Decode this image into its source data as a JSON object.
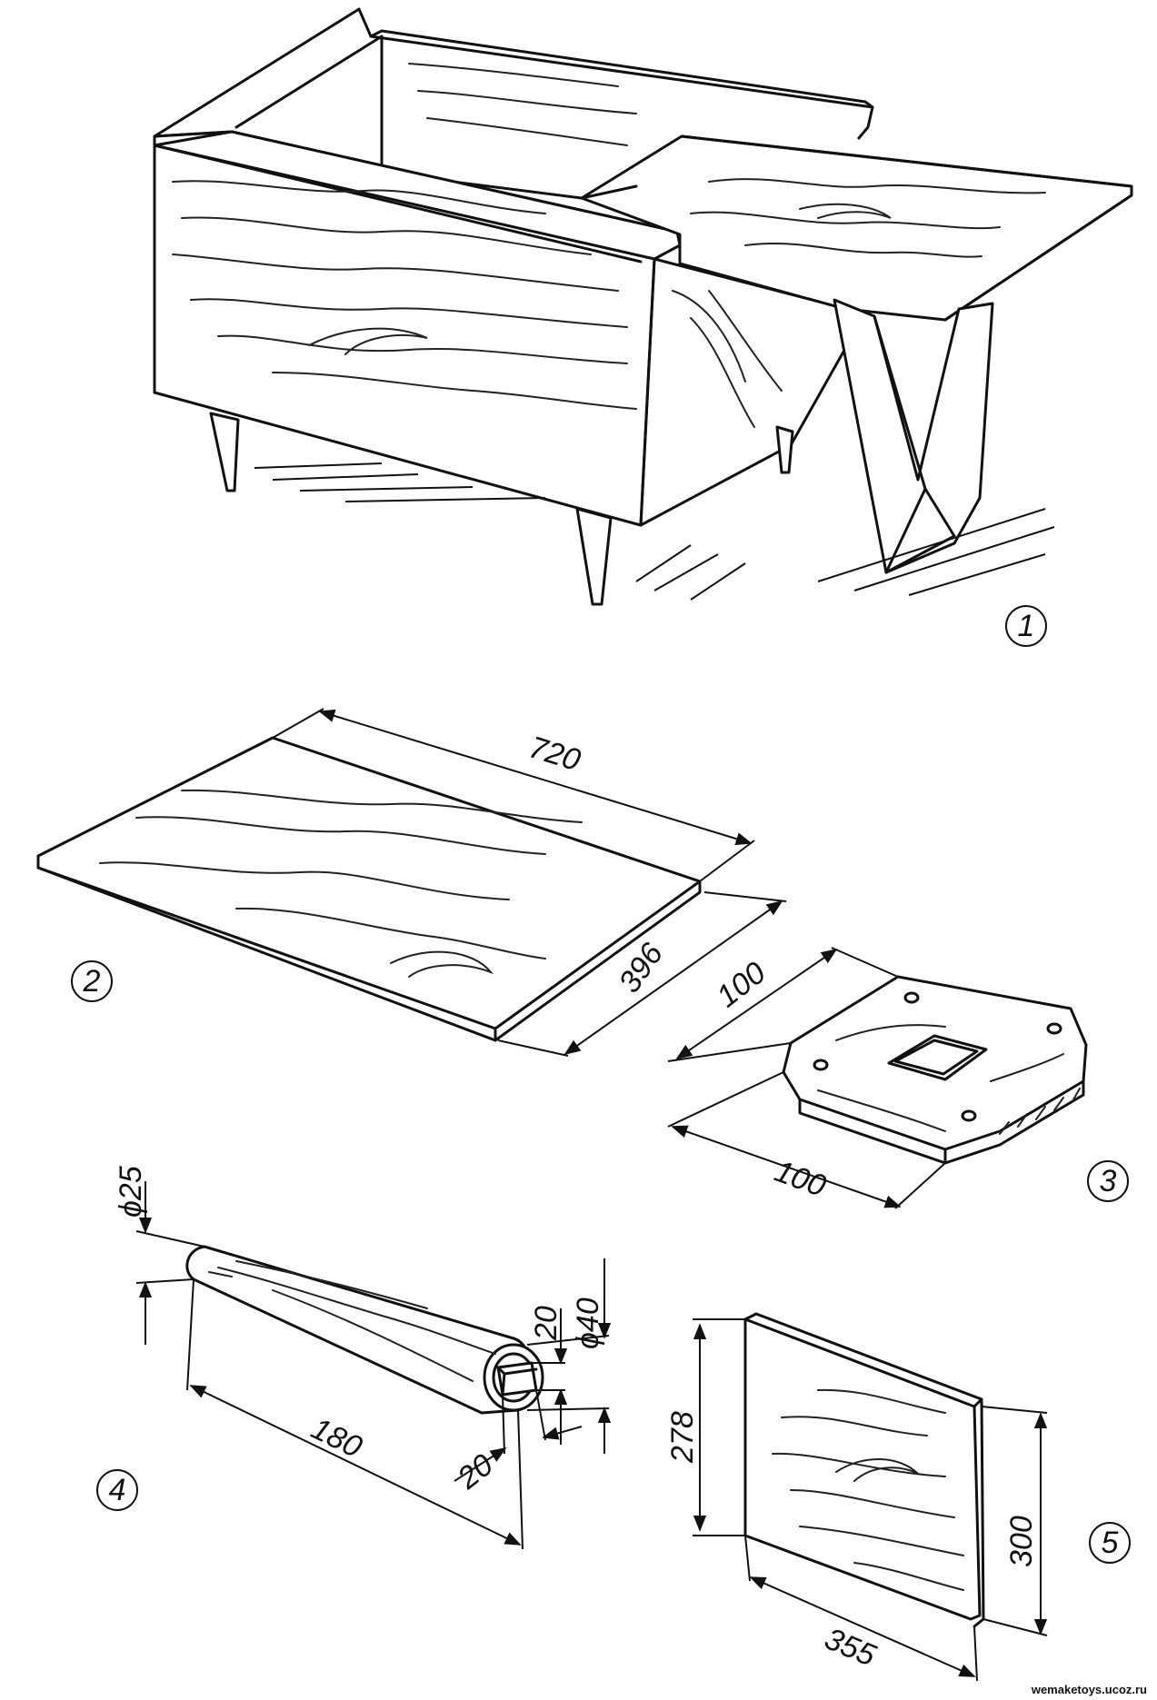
{
  "figures": [
    {
      "number": "1"
    },
    {
      "number": "2"
    },
    {
      "number": "3"
    },
    {
      "number": "4"
    },
    {
      "number": "5"
    }
  ],
  "dimensions": {
    "board_length": "720",
    "board_width": "396",
    "plate_side_a": "100",
    "plate_side_b": "100",
    "leg_small_diameter": "ϕ25",
    "leg_large_diameter": "ϕ40",
    "leg_length": "180",
    "tenon_height": "20",
    "tenon_width": "20",
    "panel_height_left": "278",
    "panel_height_right": "300",
    "panel_width": "355"
  },
  "watermark": "wemaketoys.ucoz.ru"
}
